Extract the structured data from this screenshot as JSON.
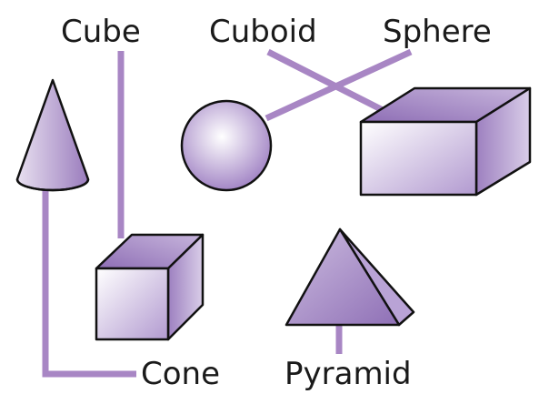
{
  "labels": {
    "cube": "Cube",
    "cuboid": "Cuboid",
    "sphere": "Sphere",
    "cone": "Cone",
    "pyramid": "Pyramid"
  },
  "colors": {
    "connector": "#a886c4",
    "shape_fill_light": "#ffffff",
    "shape_fill_dark": "#9b7cbf",
    "outline": "#111111"
  }
}
